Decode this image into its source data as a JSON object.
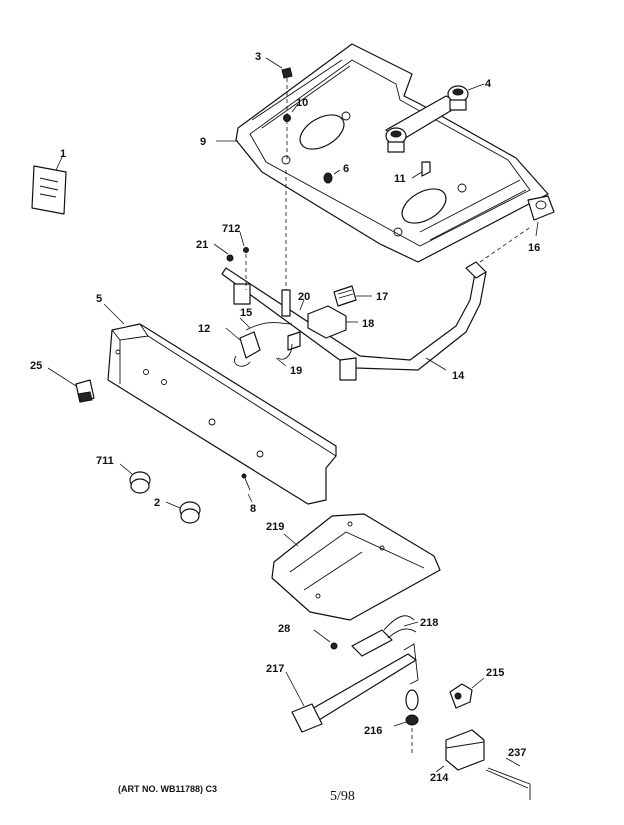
{
  "callouts": [
    "1",
    "3",
    "4",
    "10",
    "9",
    "6",
    "11",
    "16",
    "712",
    "21",
    "17",
    "20",
    "5",
    "15",
    "18",
    "12",
    "19",
    "25",
    "14",
    "711",
    "2",
    "8",
    "219",
    "28",
    "218",
    "217",
    "215",
    "216",
    "237",
    "214"
  ],
  "footer": {
    "art_no": "(ART NO. WB11788) C3",
    "page": "5/98"
  }
}
